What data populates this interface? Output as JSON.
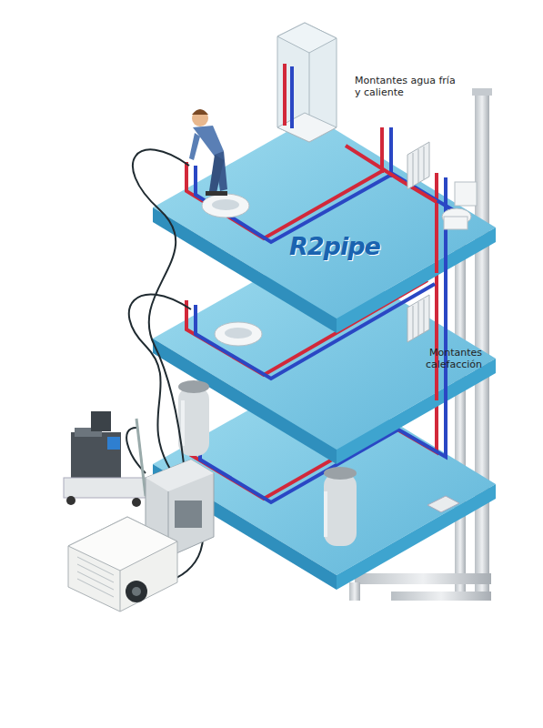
{
  "diagram": {
    "labels": [
      "Montantes agua fría y caliente",
      "Montantes calefacción",
      "R2pipe"
    ]
  }
}
